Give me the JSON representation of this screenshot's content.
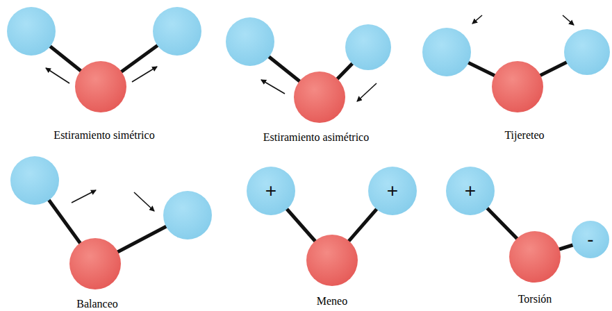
{
  "diagram": {
    "nodes": [
      {
        "text": [
          "+"
        ]
      },
      {
        "text": [
          "+"
        ]
      },
      {
        "text": [
          "+"
        ]
      },
      {
        "text": [
          "-"
        ]
      }
    ],
    "labels": [
      "Estiramiento simétrico",
      "Estiramiento asimétrico",
      "Tijereteo",
      "Balanceo",
      "Meneo",
      "Torsión"
    ]
  }
}
